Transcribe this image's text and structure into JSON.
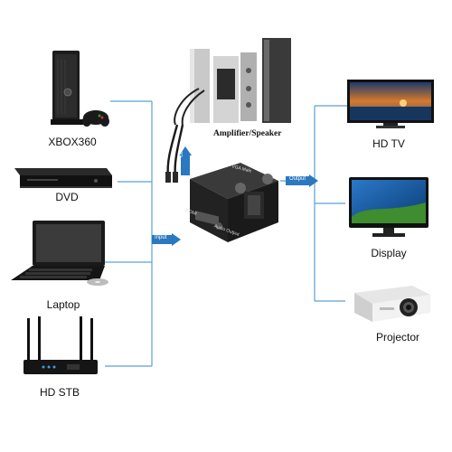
{
  "sources": [
    "XBOX360",
    "DVD",
    "Laptop",
    "HD STB"
  ],
  "outputs": [
    "HD TV",
    "Display",
    "Projector"
  ],
  "audio_device": "Amplifier/Speaker",
  "arrows": {
    "input": "Input",
    "output_video": "Output",
    "output_audio": "Output"
  },
  "adapter": {
    "top_label": "VGA Male",
    "hdmi_label": "HDMI",
    "audio_label": "Audio Output"
  },
  "colors": {
    "line": "#5aa0d6",
    "arrow": "#2a78c0"
  }
}
